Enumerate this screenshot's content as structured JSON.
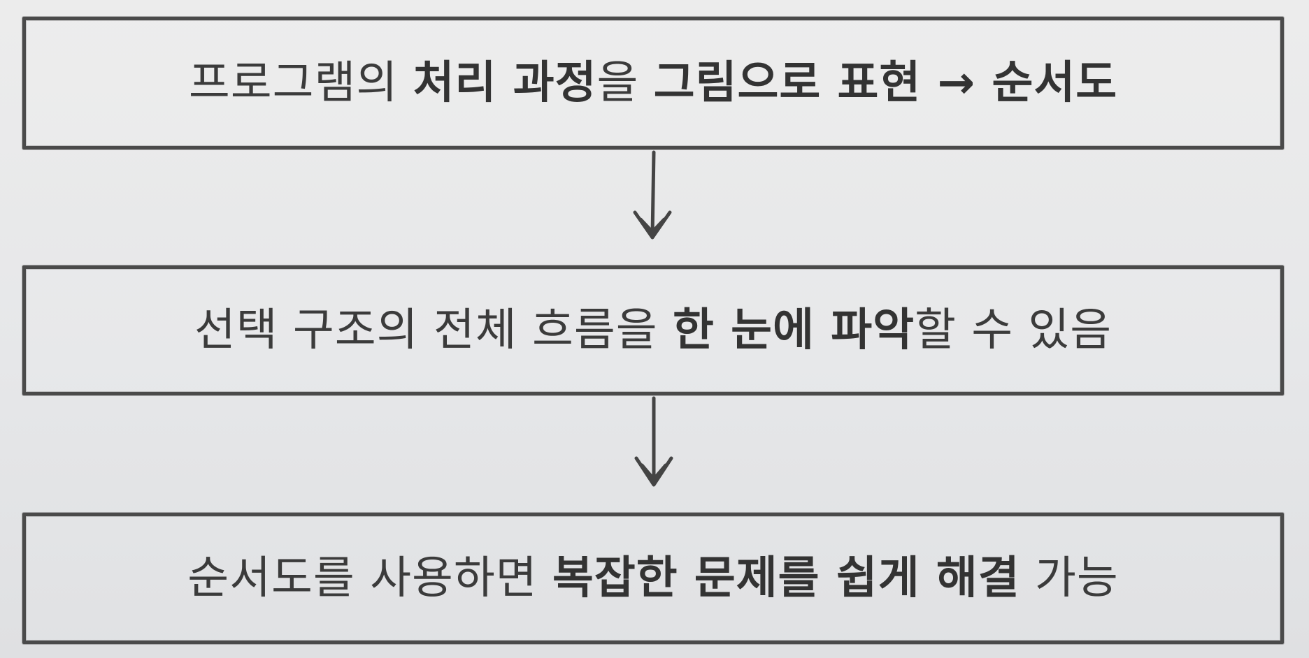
{
  "diagram": {
    "boxes": [
      {
        "segments": [
          {
            "text": "프로그램의 ",
            "bold": false
          },
          {
            "text": "처리 과정",
            "bold": true
          },
          {
            "text": "을 ",
            "bold": false
          },
          {
            "text": "그림으로 표현",
            "bold": true
          },
          {
            "text": " → ",
            "bold": true
          },
          {
            "text": "순서도",
            "bold": true
          }
        ]
      },
      {
        "segments": [
          {
            "text": "선택 구조의 전체 흐름을 ",
            "bold": false
          },
          {
            "text": "한 눈에 파악",
            "bold": true
          },
          {
            "text": "할 수 있음",
            "bold": false
          }
        ]
      },
      {
        "segments": [
          {
            "text": "순서도를 사용하면 ",
            "bold": false
          },
          {
            "text": "복잡한 문제를 쉽게 해결",
            "bold": true
          },
          {
            "text": " 가능",
            "bold": false
          }
        ]
      }
    ],
    "colors": {
      "stroke": "#4a4a4a",
      "text": "#3b3b3b",
      "background": "#e8e8e9"
    }
  }
}
